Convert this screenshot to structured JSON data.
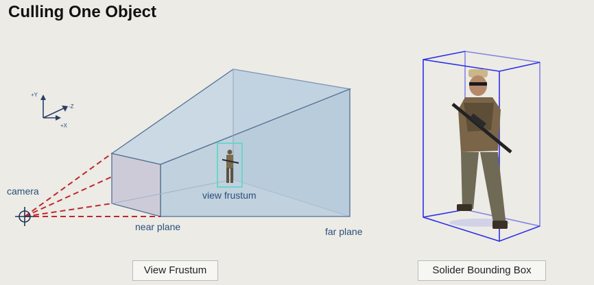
{
  "title": "Culling One Object",
  "axes": {
    "y": "+Y",
    "z": "-Z",
    "x": "+X"
  },
  "labels": {
    "camera": "camera",
    "view_frustum": "view frustum",
    "near_plane": "near plane",
    "far_plane": "far plane"
  },
  "captions": {
    "left": "View Frustum",
    "right": "Solider Bounding Box"
  },
  "colors": {
    "frustum_fill": "#b9ccdb",
    "frustum_edge": "#4f6f93",
    "ray": "#c0262b",
    "soldier_box": "#62d6c7",
    "bounding_box": "#2b2ee6"
  }
}
